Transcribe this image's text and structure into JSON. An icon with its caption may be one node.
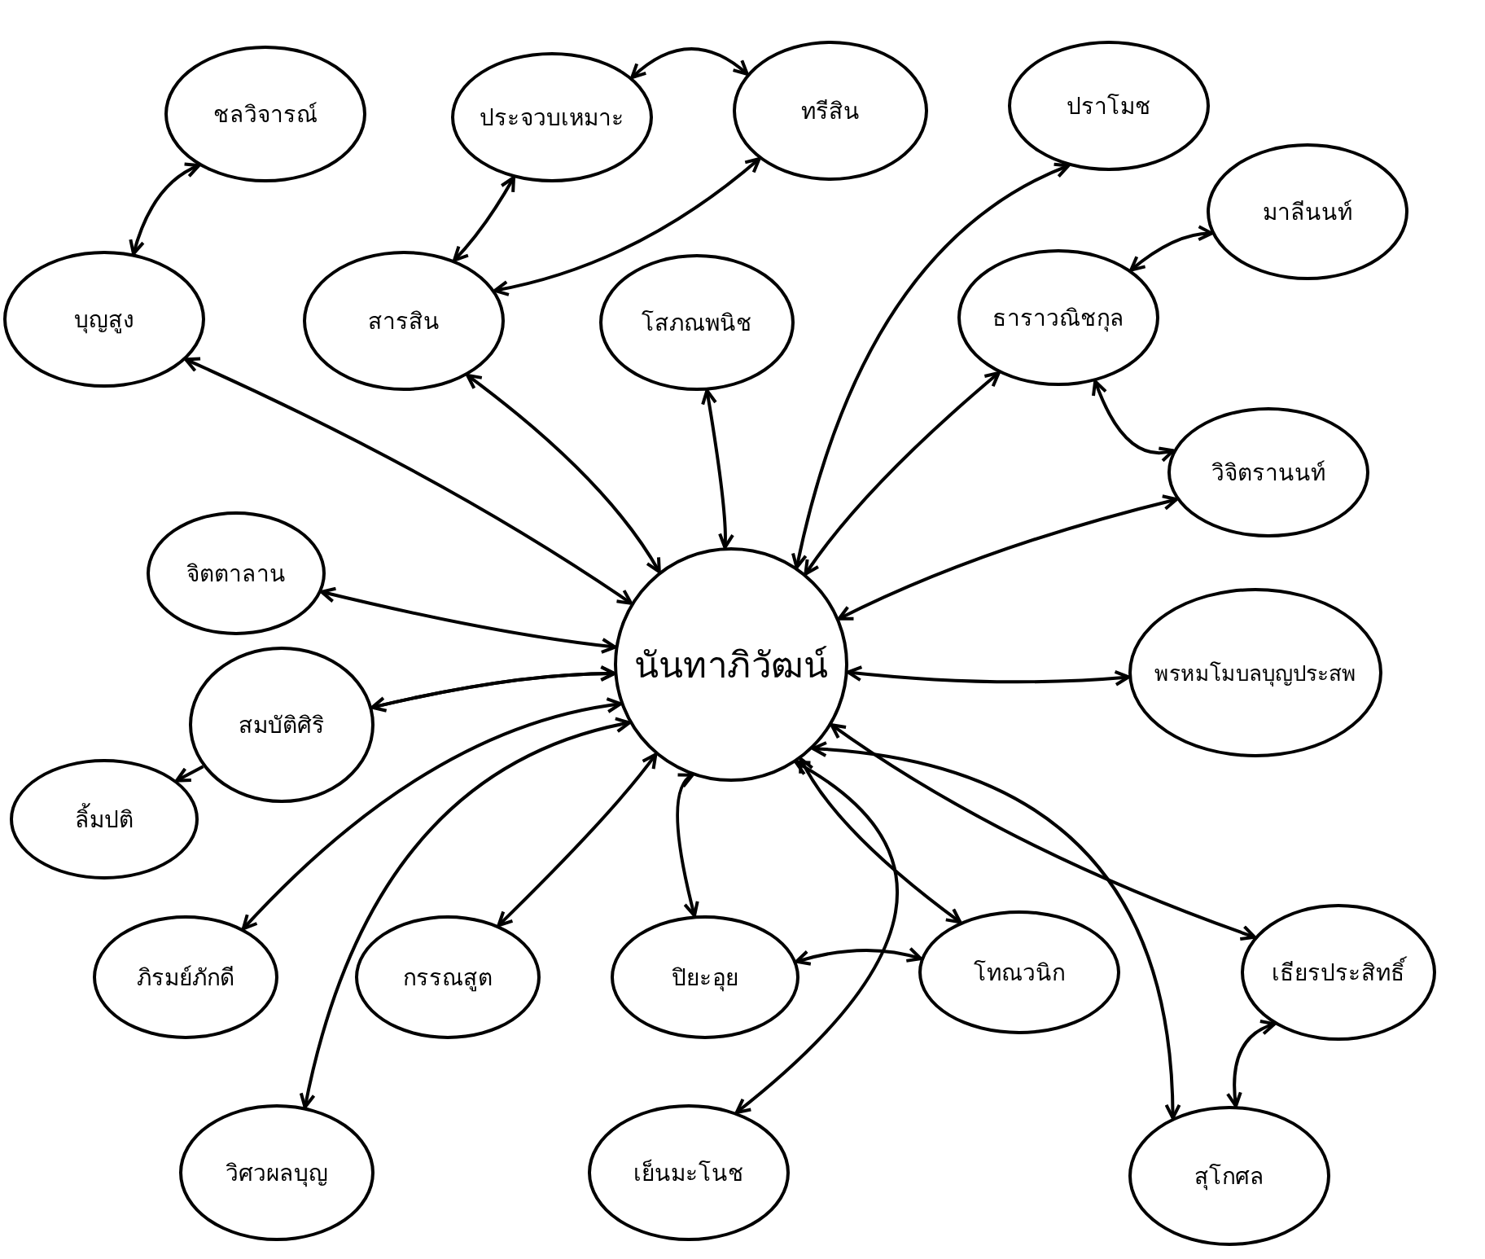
{
  "diagram": {
    "nodes": [
      {
        "text": [
          "ชลวิจารณ์"
        ]
      },
      {
        "text": [
          "ประจวบเหมาะ"
        ]
      },
      {
        "text": [
          "ทรีสิน"
        ]
      },
      {
        "text": [
          "ปราโมช"
        ]
      },
      {
        "text": [
          "บุญสูง"
        ]
      },
      {
        "text": [
          "สารสิน"
        ]
      },
      {
        "text": [
          "โสภณพนิช"
        ]
      },
      {
        "text": [
          "มาลีนนท์"
        ]
      },
      {
        "text": [
          "ธาราวณิชกุล"
        ]
      },
      {
        "text": [
          "วิจิตรานนท์"
        ]
      },
      {
        "text": [
          "จิตตาลาน"
        ]
      },
      {
        "text": [
          "นันทาภิวัฒน์"
        ]
      },
      {
        "text": [
          "พรหมโมบลบุญประสพ"
        ]
      },
      {
        "text": [
          "สมบัติศิริ"
        ]
      },
      {
        "text": [
          "ลิ้มปติ"
        ]
      },
      {
        "text": [
          "ภิรมย์ภักดี"
        ]
      },
      {
        "text": [
          "กรรณสูต"
        ]
      },
      {
        "text": [
          "ปิยะอุย"
        ]
      },
      {
        "text": [
          "โทณวนิก"
        ]
      },
      {
        "text": [
          "เธียรประสิทธิ์"
        ]
      },
      {
        "text": [
          "วิศวผลบุญ"
        ]
      },
      {
        "text": [
          "เย็นมะโนช"
        ]
      },
      {
        "text": [
          "สุโกศล"
        ]
      }
    ],
    "edges": [
      {
        "from": 1,
        "to": 2,
        "arrow": "both"
      },
      {
        "from": 0,
        "to": 4,
        "arrow": "both"
      },
      {
        "from": 1,
        "to": 5,
        "arrow": "both"
      },
      {
        "from": 2,
        "to": 5,
        "arrow": "both"
      },
      {
        "from": 11,
        "to": 3,
        "arrow": "both"
      },
      {
        "from": 7,
        "to": 8,
        "arrow": "both"
      },
      {
        "from": 11,
        "to": 8,
        "arrow": "both"
      },
      {
        "from": 8,
        "to": 9,
        "arrow": "both"
      },
      {
        "from": 11,
        "to": 9,
        "arrow": "both"
      },
      {
        "from": 11,
        "to": 4,
        "arrow": "both"
      },
      {
        "from": 11,
        "to": 5,
        "arrow": "both"
      },
      {
        "from": 11,
        "to": 6,
        "arrow": "both"
      },
      {
        "from": 11,
        "to": 10,
        "arrow": "both"
      },
      {
        "from": 11,
        "to": 12,
        "arrow": "both"
      },
      {
        "from": 11,
        "to": 13,
        "arrow": "both"
      },
      {
        "from": 13,
        "to": 11,
        "arrow": "to"
      },
      {
        "from": 13,
        "to": 14,
        "arrow": "to"
      },
      {
        "from": 11,
        "to": 15,
        "arrow": "both"
      },
      {
        "from": 11,
        "to": 20,
        "arrow": "both"
      },
      {
        "from": 11,
        "to": 16,
        "arrow": "both"
      },
      {
        "from": 11,
        "to": 17,
        "arrow": "both"
      },
      {
        "from": 11,
        "to": 21,
        "arrow": "both"
      },
      {
        "from": 17,
        "to": 18,
        "arrow": "both"
      },
      {
        "from": 11,
        "to": 18,
        "arrow": "both"
      },
      {
        "from": 11,
        "to": 22,
        "arrow": "both"
      },
      {
        "from": 11,
        "to": 19,
        "arrow": "both"
      },
      {
        "from": 19,
        "to": 22,
        "arrow": "both"
      }
    ]
  }
}
